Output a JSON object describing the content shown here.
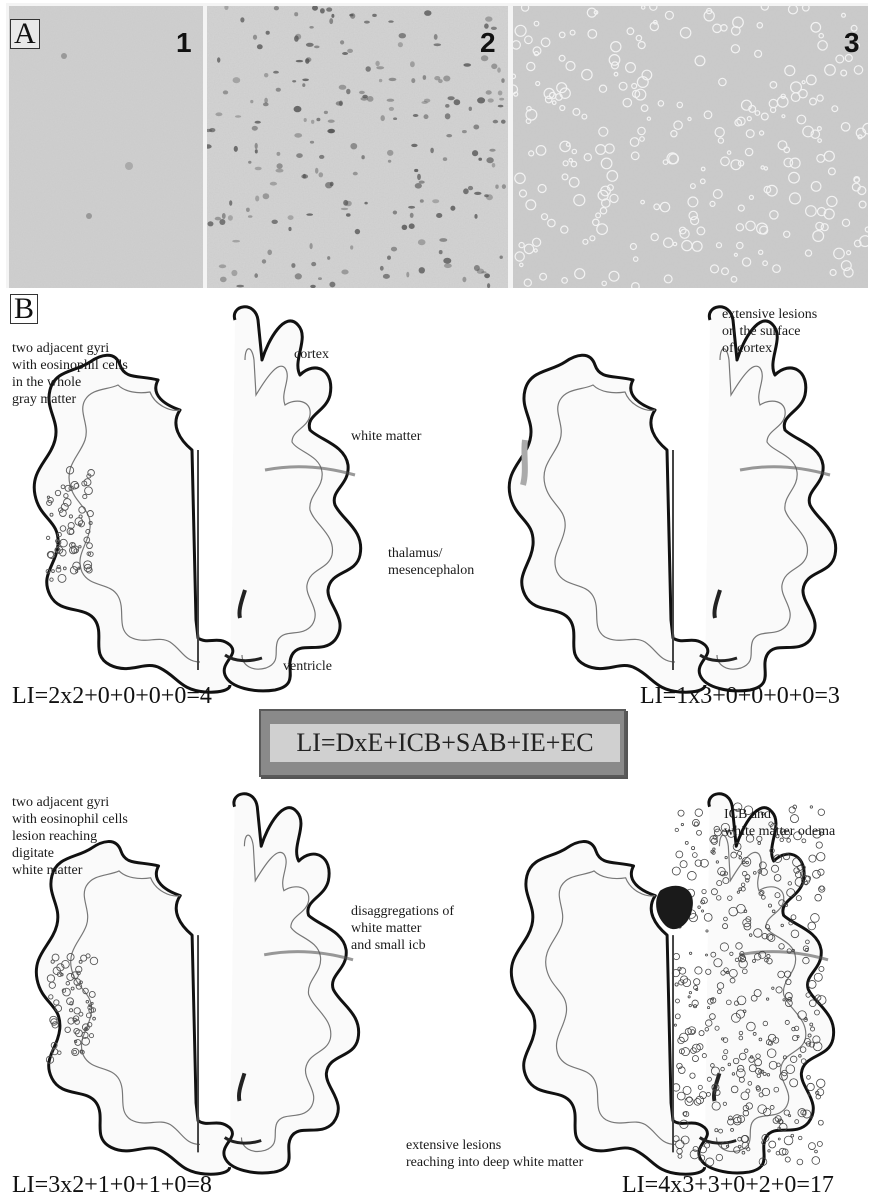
{
  "panel_a": {
    "letter": "A",
    "tiles": [
      {
        "number": "1"
      },
      {
        "number": "2"
      },
      {
        "number": "3"
      }
    ]
  },
  "panel_b": {
    "letter": "B",
    "center_formula": "LI=DxE+ICB+SAB+IE+EC",
    "brains": [
      {
        "formula": "LI=2x2+0+0+0+0=4",
        "labels": {
          "left": "two adjacent gyri\nwith eosinophil cells\nin the whole\ngray matter",
          "cortex": "cortex",
          "white_matter": "white matter",
          "thalamus": "thalamus/\nmesencephalon",
          "ventricle": "ventricle"
        }
      },
      {
        "formula": "LI=1x3+0+0+0+0=3",
        "labels": {
          "top": "extensive lesions\non the surface\nof cortex"
        }
      },
      {
        "formula": "LI=3x2+1+0+1+0=8",
        "labels": {
          "left": "two adjacent gyri\nwith eosinophil cells\nlesion reaching\ndigitate\nwhite matter",
          "right": "disaggregations of\nwhite matter\nand small icb"
        }
      },
      {
        "formula": "LI=4x3+3+0+2+0=17",
        "labels": {
          "top": "ICB and\nwhite matter odema",
          "bottom": "extensive lesions\nreaching into deep white matter"
        }
      }
    ]
  },
  "colors": {
    "tile_bg": "#d9d9d9",
    "box_fill": "#d0d0d0",
    "box_border": "#8a8a8a"
  }
}
